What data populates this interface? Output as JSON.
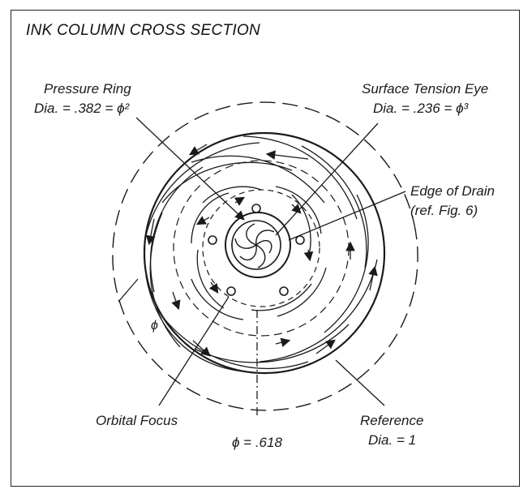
{
  "title": "INK COLUMN CROSS SECTION",
  "labels": {
    "pressure_ring": {
      "name": "Pressure Ring",
      "dia": "Dia. = .382 = ϕ²"
    },
    "surface_tension_eye": {
      "name": "Surface Tension Eye",
      "dia": "Dia. = .236 = ϕ³"
    },
    "edge_of_drain": {
      "name": "Edge of Drain",
      "ref": "(ref. Fig. 6)"
    },
    "orbital_focus": {
      "name": "Orbital Focus"
    },
    "phi_618": {
      "name": "ϕ = .618"
    },
    "reference": {
      "name": "Reference",
      "dia": "Dia. = 1"
    },
    "phi_side": "ϕ"
  },
  "colors": {
    "ink": "#1a1a1a",
    "background": "#ffffff"
  }
}
